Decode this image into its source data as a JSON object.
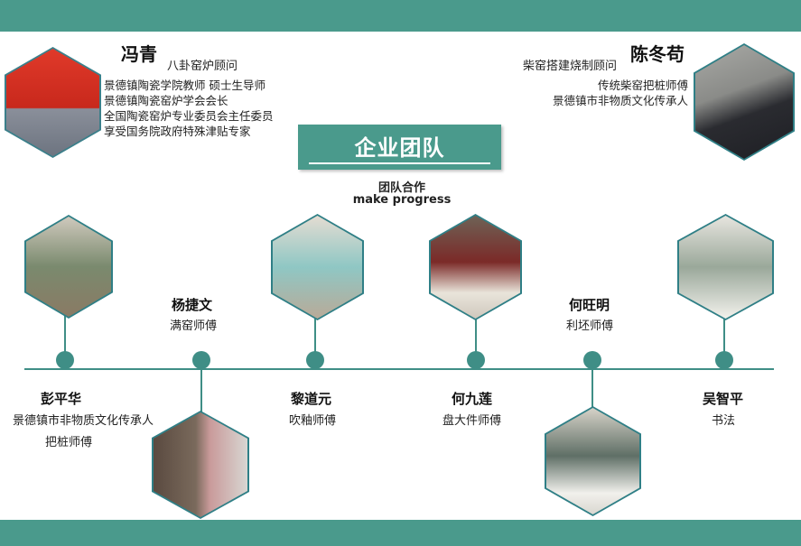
{
  "header": {
    "title": "企业团队",
    "subtitle": "团队合作",
    "subtitle_en": "make progress"
  },
  "featured": [
    {
      "name": "冯青",
      "role": "八卦窑炉顾问",
      "lines": [
        "景德镇陶瓷学院教师 硕士生导师",
        "景德镇陶瓷窑炉学会会长",
        "全国陶瓷窑炉专业委员会主任委员",
        "享受国务院政府特殊津贴专家"
      ]
    },
    {
      "name": "陈冬苟",
      "role": "柴窑搭建烧制顾问",
      "lines": [
        "传统柴窑把桩师傅",
        "景德镇市非物质文化传承人"
      ]
    }
  ],
  "members": [
    {
      "name": "彭平华",
      "lines": [
        "景德镇市非物质文化传承人",
        "把桩师傅"
      ]
    },
    {
      "name": "杨捷文",
      "lines": [
        "满窑师傅"
      ]
    },
    {
      "name": "黎道元",
      "lines": [
        "吹釉师傅"
      ]
    },
    {
      "name": "何九莲",
      "lines": [
        "盘大件师傅"
      ]
    },
    {
      "name": "何旺明",
      "lines": [
        "利坯师傅"
      ]
    },
    {
      "name": "吴智平",
      "lines": [
        "书法"
      ]
    }
  ],
  "colors": {
    "accent": "#4a9a8c",
    "line": "#3f8e86"
  }
}
